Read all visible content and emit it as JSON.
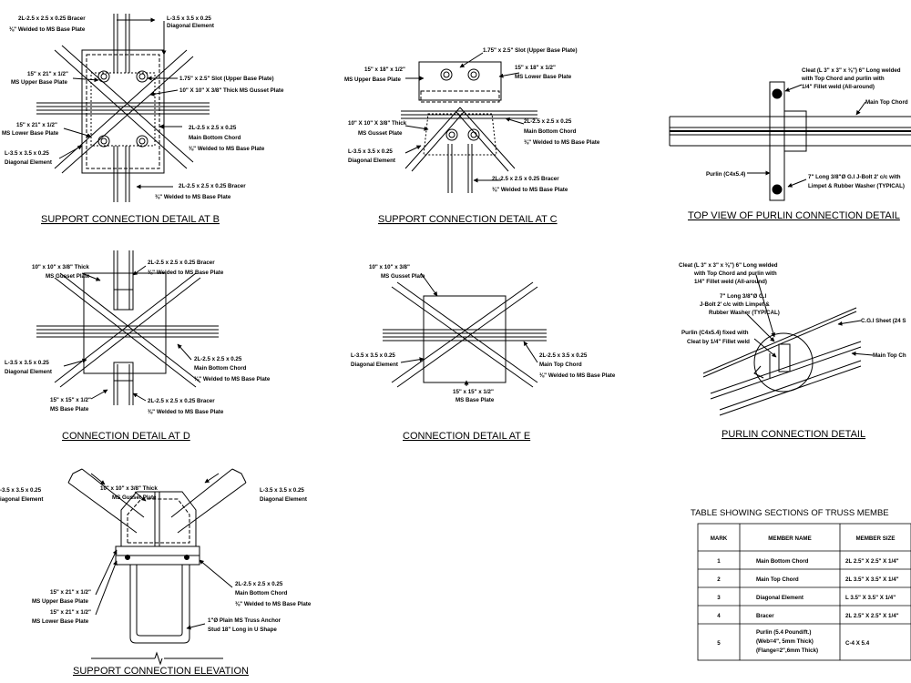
{
  "details": {
    "b": {
      "title": "SUPPORT CONNECTION DETAIL  AT  B",
      "bracer_a": "2L-2.5 x 2.5 x 0.25 Bracer",
      "bracer_a_weld": "⅜\" Welded to MS Base Plate",
      "diag_a": "L-3.5 x 3.5 x 0.25",
      "diag_a_sub": "Diagonal Element",
      "upper_plate": "15\" x 21\" x 1/2\"",
      "upper_plate_sub": "MS Upper Base Plate",
      "slot": "1.75\" x 2.5\" Slot (Upper Base Plate)",
      "gusset": "10\" X 10\" X 3/8\" Thick MS Gusset Plate",
      "lower_plate": "15\" x 21\" x 1/2\"",
      "lower_plate_sub": "MS Lower Base Plate",
      "chord": "2L-2.5 x 2.5 x 0.25",
      "chord_sub": "Main Bottom Chord",
      "chord_weld": "⅜\" Welded to MS Base Plate",
      "diag_b": "L-3.5 x 3.5 x 0.25",
      "diag_b_sub": "Diagonal Element",
      "bracer_b": "2L-2.5 x 2.5 x 0.25 Bracer",
      "bracer_b_weld": "⅜\" Welded to MS Base Plate"
    },
    "c": {
      "title": "SUPPORT CONNECTION DETAIL  AT  C",
      "slot": "1.75\" x 2.5\" Slot (Upper Base Plate)",
      "upper_plate": "15\" x 18\" x 1/2\"",
      "upper_plate_sub": "MS Upper Base Plate",
      "lower_plate": "15\" x 18\" x 1/2\"",
      "lower_plate_sub": "MS Lower Base Plate",
      "gusset": "10\" X 10\" X 3/8\" Thick",
      "gusset_sub": "MS Gusset Plate",
      "diag": "L-3.5 x 3.5 x 0.25",
      "diag_sub": "Diagonal Element",
      "chord": "2L-2.5 x 2.5 x 0.25",
      "chord_sub": "Main Bottom Chord",
      "chord_weld": "⅜\" Welded to MS Base Plate",
      "bracer": "2L-2.5 x 2.5 x 0.25 Bracer",
      "bracer_weld": "⅜\" Welded to MS Base Plate"
    },
    "top_purlin": {
      "title": "TOP VIEW OF PURLIN CONNECTION DETAIL",
      "cleat_1": "Cleat (L 3\" x 3\" x ⅜\") 6\" Long welded",
      "cleat_2": "with Top Chord and purlin with",
      "cleat_3": "1/4\" Fillet weld (All-around)",
      "top_chord": "Main Top Chord",
      "purlin": "Purlin (C4x5.4)",
      "jbolt_1": "7\" Long 3/8\"Ø G.I J-Bolt 2' c/c with",
      "jbolt_2": "Limpet & Rubber Washer (TYPICAL)"
    },
    "d": {
      "title": "CONNECTION DETAIL  AT  D",
      "gusset": "10\" x 10\" x 3/8\" Thick",
      "gusset_sub": "MS Gusset Plate",
      "bracer_a": "2L-2.5 x 2.5 x 0.25 Bracer",
      "bracer_a_weld": "⅜\" Welded to MS Base Plate",
      "diag": "L-3.5 x 3.5 x 0.25",
      "diag_sub": "Diagonal Element",
      "chord": "2L-2.5 x 2.5 x 0.25",
      "chord_sub": "Main Bottom Chord",
      "chord_weld": "⅜\" Welded to MS Base Plate",
      "base_plate": "15\" x 15\" x 1/2\"",
      "base_plate_sub": "MS Base Plate",
      "bracer_b": "2L-2.5 x 2.5 x 0.25 Bracer",
      "bracer_b_weld": "⅜\" Welded to MS Base Plate"
    },
    "e": {
      "title": "CONNECTION DETAIL  AT  E",
      "gusset": "10\" x 10\" x 3/8\"",
      "gusset_sub": "MS Gusset Plate",
      "diag": "L-3.5 x 3.5 x 0.25",
      "diag_sub": "Diagonal Element",
      "chord": "2L-2.5 x 3.5 x 0.25",
      "chord_sub": "Main Top Chord",
      "chord_weld": "⅜\" Welded to MS Base Plate",
      "base_plate": "15\" x 15\" x 1/2\"",
      "base_plate_sub": "MS Base Plate"
    },
    "purlin": {
      "title": "PURLIN CONNECTION DETAIL",
      "cleat_1": "Cleat (L 3\" x 3\" x ⅜\") 6\" Long welded",
      "cleat_2": "with Top Chord and purlin with",
      "cleat_3": "1/4\" Fillet weld (All-around)",
      "jbolt_1": "7\" Long 3/8\"Ø G.I",
      "jbolt_2": "J-Bolt 2' c/c with Limpet &",
      "jbolt_3": "Rubber Washer (TYPICAL)",
      "purlin_1": "Purlin (C4x5.4) fixed with",
      "purlin_2": "Cleat by 1/4\" Fillet weld",
      "sheet": "C.G.I Sheet (24 S",
      "top_chord": "Main Top Ch"
    },
    "elevation": {
      "title": "SUPPORT CONNECTION ELEVATION",
      "diag_l": "-3.5 x 3.5 x 0.25",
      "diag_l_sub": "iagonal Element",
      "gusset": "10\" x 10\" x 3/8\" Thick",
      "gusset_sub": "MS Gusset Plate",
      "diag_r": "L-3.5 x 3.5 x 0.25",
      "diag_r_sub": "Diagonal Element",
      "upper_plate": "15\" x 21\" x 1/2\"",
      "upper_plate_sub": "MS Upper Base Plate",
      "lower_plate": "15\" x 21\" x 1/2\"",
      "lower_plate_sub": "MS Lower Base Plate",
      "chord": "2L-2.5 x 2.5 x 0.25",
      "chord_sub": "Main Bottom Chord",
      "chord_weld": "⅜\" Welded to MS Base Plate",
      "anchor_1": "1\"Ø Plain MS Truss Anchor",
      "anchor_2": "Stud 18\" Long in U Shape"
    }
  },
  "table": {
    "title": "TABLE SHOWING SECTIONS OF TRUSS MEMBE",
    "headers": [
      "MARK",
      "MEMBER NAME",
      "MEMBER SIZE"
    ],
    "rows": [
      {
        "mark": "1",
        "name": "Main Bottom Chord",
        "size": "2L 2.5\" X 2.5\" X 1/4\""
      },
      {
        "mark": "2",
        "name": "Main Top Chord",
        "size": "2L 3.5\" X 3.5\" X 1/4\""
      },
      {
        "mark": "3",
        "name": "Diagonal Element",
        "size": "L 3.5\" X 3.5\" X 1/4\""
      },
      {
        "mark": "4",
        "name": "Bracer",
        "size": "2L 2.5\" X 2.5\" X 1/4\""
      },
      {
        "mark": "5",
        "name": "Purlin (5.4 Pound/ft.)",
        "name_2": "(Web=4\", 5mm Thick)",
        "name_3": "(Flange=2\",6mm Thick)",
        "size": "C-4 X 5.4"
      }
    ]
  }
}
